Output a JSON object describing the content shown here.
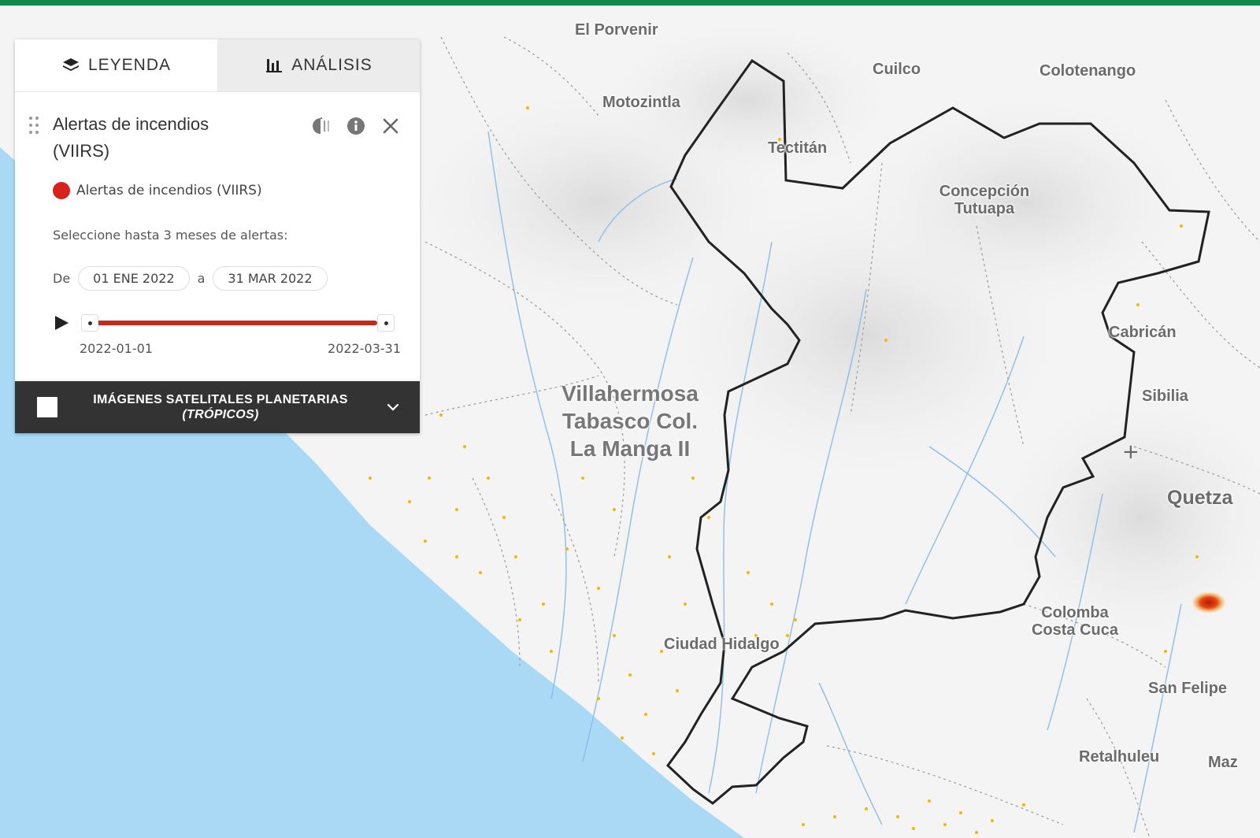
{
  "tabs": {
    "legend_label": "LEYENDA",
    "legend_icon": "layers-icon",
    "analysis_label": "ANÁLISIS",
    "analysis_icon": "bar-chart-icon"
  },
  "layer": {
    "title": "Alertas de incendios (VIIRS)",
    "legend_item_label": "Alertas de incendios (VIIRS)",
    "legend_color": "#d6211c",
    "select_text": "Seleccione hasta 3 meses de alertas:",
    "from_label": "De",
    "to_label": "a",
    "start_date": "01 ENE 2022",
    "end_date": "31 MAR 2022",
    "timeline_start": "2022-01-01",
    "timeline_end": "2022-03-31",
    "timeline_color": "#c8281e"
  },
  "satellite": {
    "title": "IMÁGENES SATELITALES PLANETARIAS",
    "subtitle": "(TRÓPICOS)"
  },
  "places": {
    "el_porvenir": "El Porvenir",
    "motozintla": "Motozintla",
    "cuilco": "Cuilco",
    "colotenango": "Colotenango",
    "tectitan": "Tectitán",
    "concepcion": "Concepción",
    "tutuapa": "Tutuapa",
    "cabrican": "Cabricán",
    "sibilia": "Sibilia",
    "villahermosa_1": "Villahermosa",
    "villahermosa_2": "Tabasco Col.",
    "villahermosa_3": "La Manga II",
    "quetzaltenango": "Quetza",
    "colomba_1": "Colomba",
    "colomba_2": "Costa Cuca",
    "ciudad_hidalgo": "Ciudad Hidalgo",
    "san_felipe": "San Felipe",
    "retalhuleu": "Retalhuleu",
    "maz": "Maz"
  },
  "colors": {
    "brand_bar": "#0f8a4a",
    "ocean": "#a9d9f5",
    "fire_points": "#f2b705",
    "boundary": "#222222"
  }
}
